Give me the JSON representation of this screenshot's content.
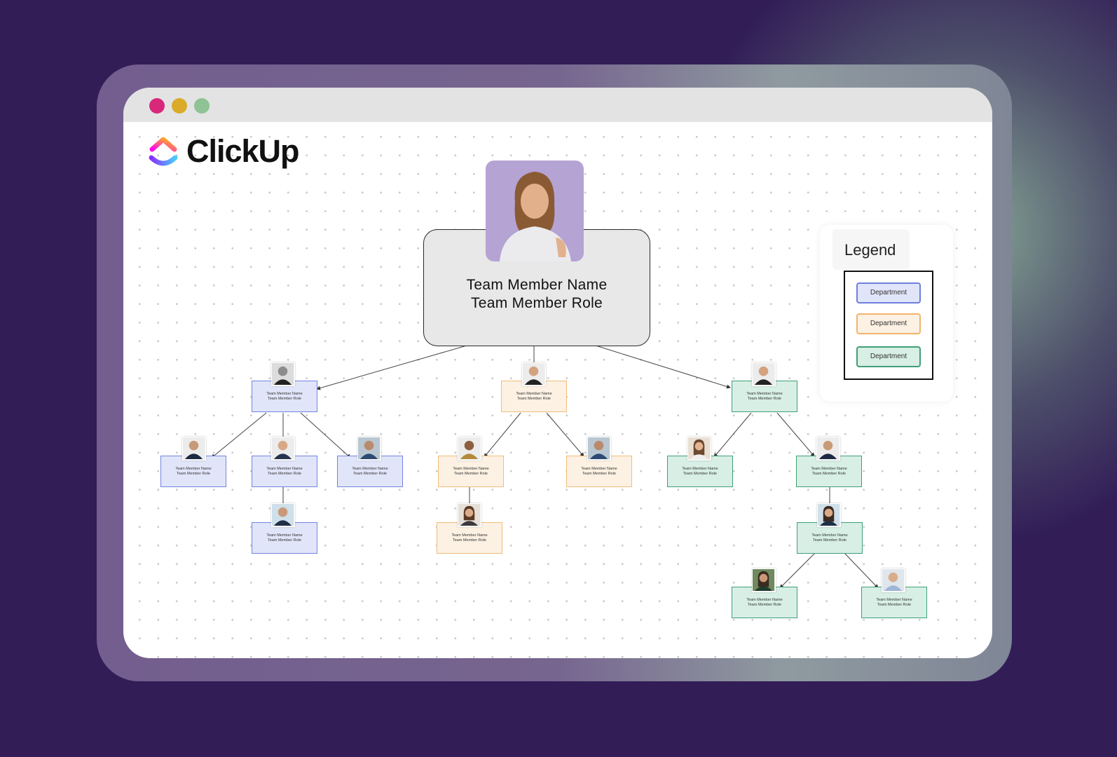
{
  "app": {
    "brand": "ClickUp"
  },
  "window_controls": [
    "close",
    "minimize",
    "maximize"
  ],
  "root": {
    "name": "Team Member Name",
    "role": "Team Member Role"
  },
  "nodes": [
    {
      "id": "b1",
      "dept": "blue",
      "name": "Team Member Name",
      "role": "Team Member Role"
    },
    {
      "id": "b2",
      "dept": "blue",
      "name": "Team Member Name",
      "role": "Team Member Role"
    },
    {
      "id": "b3",
      "dept": "blue",
      "name": "Team Member Name",
      "role": "Team Member Role"
    },
    {
      "id": "b4",
      "dept": "blue",
      "name": "Team Member Name",
      "role": "Team Member Role"
    },
    {
      "id": "b5",
      "dept": "blue",
      "name": "Team Member Name",
      "role": "Team Member Role"
    },
    {
      "id": "o1",
      "dept": "orange",
      "name": "Team Member Name",
      "role": "Team Member Role"
    },
    {
      "id": "o2",
      "dept": "orange",
      "name": "Team Member Name",
      "role": "Team Member Role"
    },
    {
      "id": "o3",
      "dept": "orange",
      "name": "Team Member Name",
      "role": "Team Member Role"
    },
    {
      "id": "o4",
      "dept": "orange",
      "name": "Team Member Name",
      "role": "Team Member Role"
    },
    {
      "id": "g1",
      "dept": "green",
      "name": "Team Member Name",
      "role": "Team Member Role"
    },
    {
      "id": "g2",
      "dept": "green",
      "name": "Team Member Name",
      "role": "Team Member Role"
    },
    {
      "id": "g3",
      "dept": "green",
      "name": "Team Member Name",
      "role": "Team Member Role"
    },
    {
      "id": "g4",
      "dept": "green",
      "name": "Team Member Name",
      "role": "Team Member Role"
    },
    {
      "id": "g5",
      "dept": "green",
      "name": "Team Member Name",
      "role": "Team Member Role"
    },
    {
      "id": "g6",
      "dept": "green",
      "name": "Team Member Name",
      "role": "Team Member Role"
    }
  ],
  "legend": {
    "title": "Legend",
    "items": [
      {
        "label": "Department",
        "color": "#6f7fe0"
      },
      {
        "label": "Department",
        "color": "#f1b46a"
      },
      {
        "label": "Department",
        "color": "#3f9f78"
      }
    ]
  },
  "colors": {
    "background": "#321d57",
    "blue_fill": "#e1e5f9",
    "blue_border": "#7284e0",
    "orange_fill": "#fcf1e3",
    "orange_border": "#f1bd78",
    "green_fill": "#d7efe5",
    "green_border": "#3f9f78"
  }
}
